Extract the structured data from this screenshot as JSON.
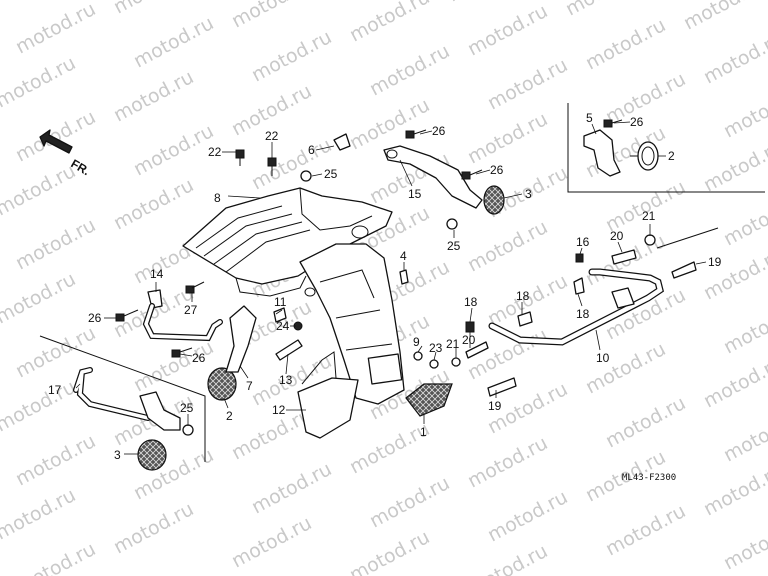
{
  "watermark": "motod.ru",
  "diagram_code": "ML43-F2300",
  "direction_label": "FR.",
  "callouts": [
    "1",
    "2",
    "2",
    "3",
    "3",
    "4",
    "5",
    "6",
    "7",
    "8",
    "9",
    "10",
    "11",
    "12",
    "13",
    "14",
    "15",
    "16",
    "17",
    "18",
    "18",
    "19",
    "19",
    "20",
    "20",
    "21",
    "21",
    "22",
    "22",
    "23",
    "24",
    "25",
    "25",
    "25",
    "26",
    "26",
    "26",
    "26",
    "27"
  ],
  "colors": {
    "line": "#111111",
    "watermark": "#c9c9c9",
    "background": "#ffffff"
  }
}
